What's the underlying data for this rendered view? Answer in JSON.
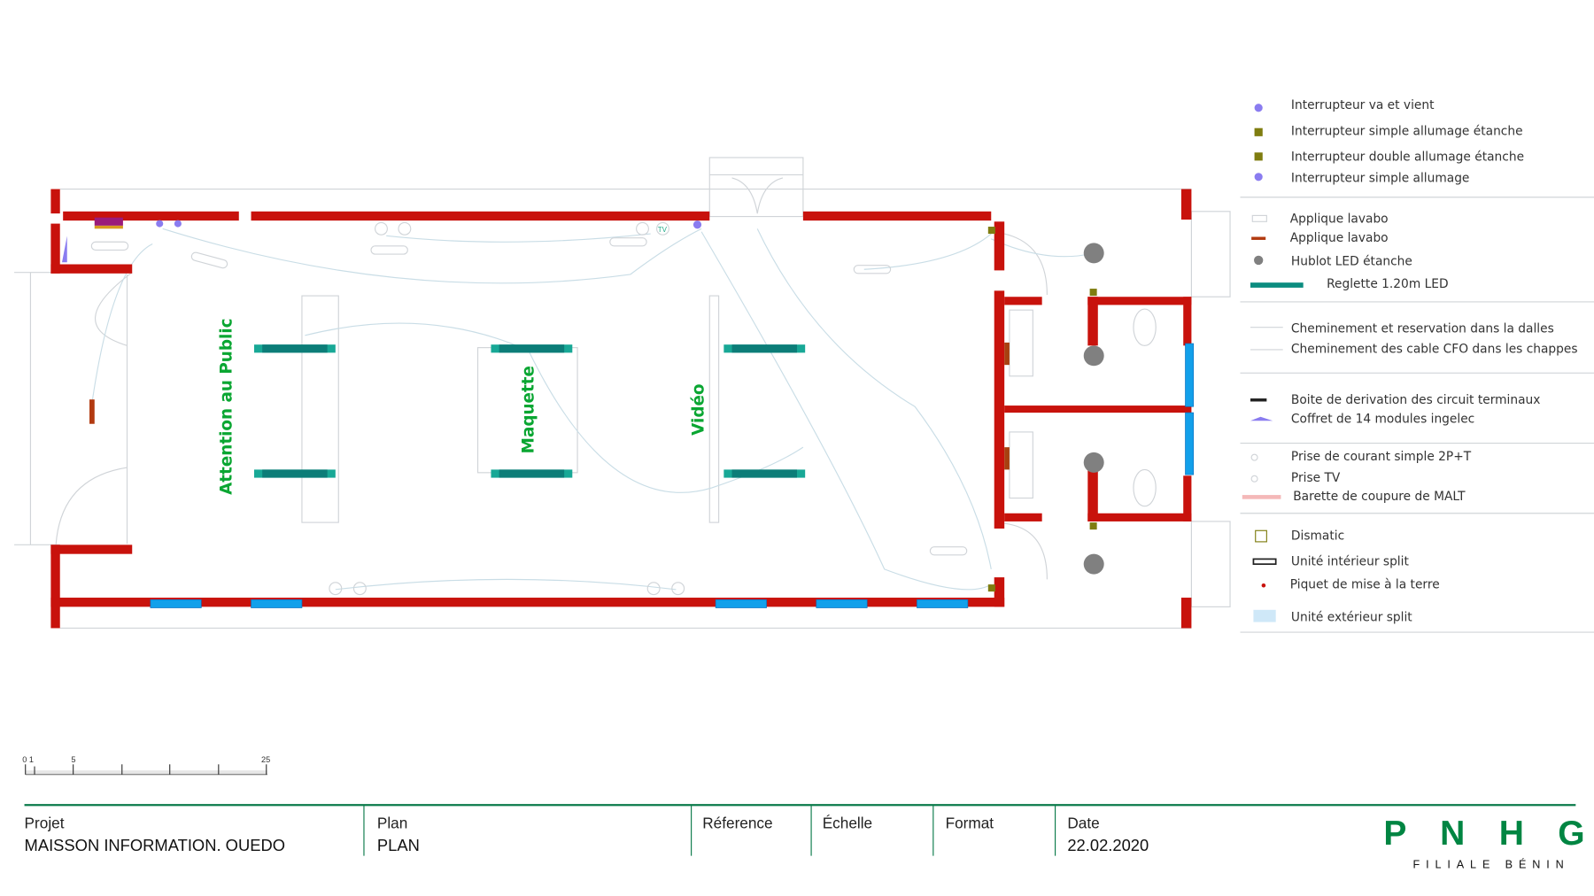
{
  "plan": {
    "zones": [
      "Attention au Public",
      "Maquette",
      "Vidéo"
    ],
    "tv_label": "TV"
  },
  "legend": {
    "groups": [
      [
        {
          "icon": "two-way-switch-icon",
          "label": "Interrupteur va et vient"
        },
        {
          "icon": "waterproof-single-switch-icon",
          "label": "Interrupteur simple allumage étanche"
        },
        {
          "icon": "waterproof-double-switch-icon",
          "label": "Interrupteur double allumage étanche"
        },
        {
          "icon": "single-switch-icon",
          "label": "Interrupteur simple allumage"
        }
      ],
      [
        {
          "icon": "washbasin-wall-light-icon",
          "label": "Applique lavabo"
        },
        {
          "icon": "washbasin-wall-light-bar-icon",
          "label": "Applique lavabo"
        },
        {
          "icon": "waterproof-led-porthole-icon",
          "label": "Hublot LED étanche"
        },
        {
          "icon": "led-strip-icon",
          "label": "Reglette 1.20m LED"
        }
      ],
      [
        {
          "icon": "slab-routing-line-icon",
          "label": "Cheminement et reservation dans la dalles"
        },
        {
          "icon": "screed-cable-line-icon",
          "label": "Cheminement des cable CFO dans les chappes"
        }
      ],
      [
        {
          "icon": "junction-box-icon",
          "label": "Boite de derivation des circuit terminaux"
        },
        {
          "icon": "panel-box-icon",
          "label": "Coffret de 14 modules ingelec"
        }
      ],
      [
        {
          "icon": "outlet-icon",
          "label": "Prise de courant simple 2P+T"
        },
        {
          "icon": "tv-outlet-icon",
          "label": "Prise TV"
        },
        {
          "icon": "earth-bar-icon",
          "label": "Barette de coupure de MALT"
        }
      ],
      [
        {
          "icon": "dismatic-icon",
          "label": "Dismatic"
        },
        {
          "icon": "split-indoor-unit-icon",
          "label": "Unité intérieur split"
        },
        {
          "icon": "earth-rod-icon",
          "label": "Piquet de mise à la terre"
        },
        {
          "icon": "split-outdoor-unit-icon",
          "label": "Unité extérieur split"
        }
      ]
    ]
  },
  "scale_bar": {
    "labels": [
      "0 1",
      "5",
      "25"
    ]
  },
  "title_block": {
    "project_label": "Projet",
    "project_value": "MAISSON INFORMATION. OUEDO",
    "plan_label": "Plan",
    "plan_value": "PLAN",
    "reference_label": "Réference",
    "scale_label": "Échelle",
    "format_label": "Format",
    "date_label": "Date",
    "date_value": "22.02.2020"
  },
  "logo": {
    "name": "P N H G",
    "subtitle": "FILIALE BÉNIN"
  },
  "colors": {
    "wall": "#c8120c",
    "brand": "#008542",
    "zone_text": "#0aa632",
    "window": "#12a0ea",
    "led": "#0c7d78"
  }
}
